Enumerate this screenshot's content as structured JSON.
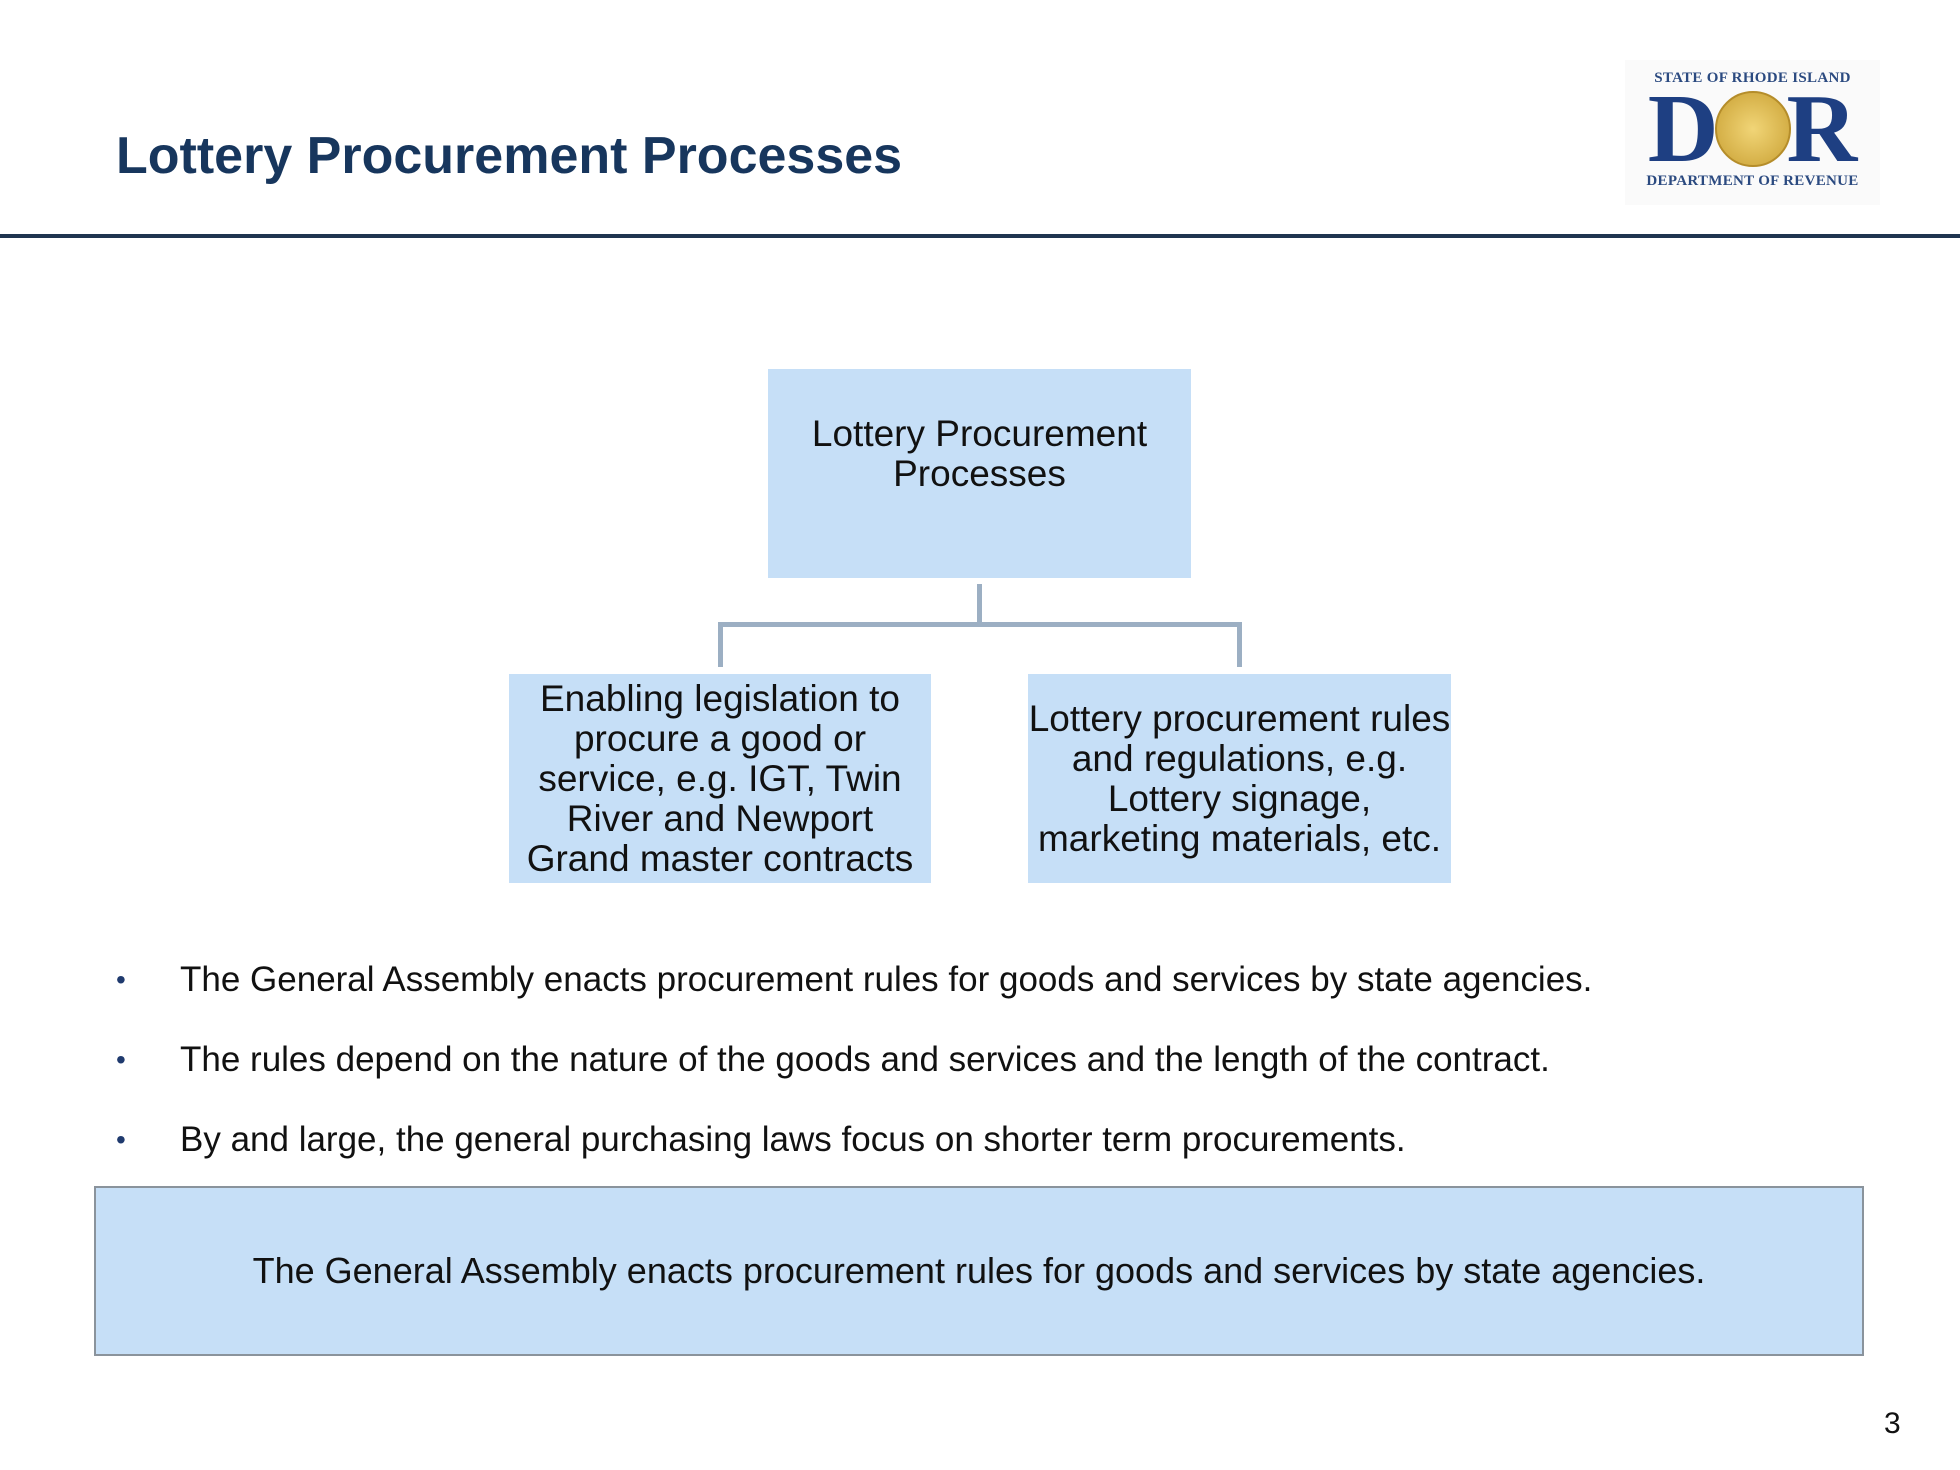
{
  "header": {
    "title": "Lottery Procurement Processes"
  },
  "logo": {
    "top_text": "STATE OF RHODE ISLAND",
    "letters_left": "D",
    "letters_right": "R",
    "bottom_text": "DEPARTMENT OF REVENUE"
  },
  "diagram": {
    "root": "Lottery Procurement Processes",
    "children": [
      "Enabling legislation to procure a good or service, e.g. IGT, Twin River and Newport Grand master contracts",
      "Lottery procurement rules and regulations, e.g. Lottery signage, marketing materials, etc."
    ]
  },
  "bullets": [
    "The General Assembly enacts procurement rules for goods and services by state agencies.",
    "The rules depend on the nature of the goods and services and the length of the contract.",
    "By and large, the general purchasing laws focus on shorter term procurements."
  ],
  "bullet_symbol": "•",
  "callout": "The General Assembly enacts procurement rules for goods and services by state agencies.",
  "page_number": "3",
  "colors": {
    "title": "#17365d",
    "box_fill": "#c6dff7",
    "connector": "#9cafc3"
  }
}
